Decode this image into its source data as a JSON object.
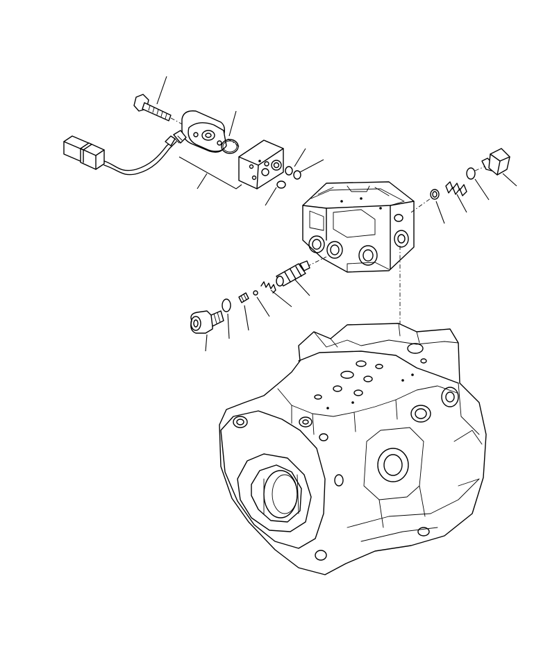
{
  "diagram": {
    "kind": "exploded-parts-view",
    "subject_icon": "hydraulic-pump-assembly",
    "callout_labels_printed": false,
    "parts": [
      {
        "name": "mounting-bolt"
      },
      {
        "name": "solenoid-valve"
      },
      {
        "name": "wire-harness-connector"
      },
      {
        "name": "o-ring-large"
      },
      {
        "name": "valve-block"
      },
      {
        "name": "o-ring-pair"
      },
      {
        "name": "control-valve-body"
      },
      {
        "name": "plug-nut"
      },
      {
        "name": "spring"
      },
      {
        "name": "o-ring-right"
      },
      {
        "name": "pressure-sensor"
      },
      {
        "name": "spool"
      },
      {
        "name": "spring-small"
      },
      {
        "name": "ball"
      },
      {
        "name": "seat"
      },
      {
        "name": "o-ring-left"
      },
      {
        "name": "plug"
      },
      {
        "name": "pump-housing"
      }
    ]
  }
}
